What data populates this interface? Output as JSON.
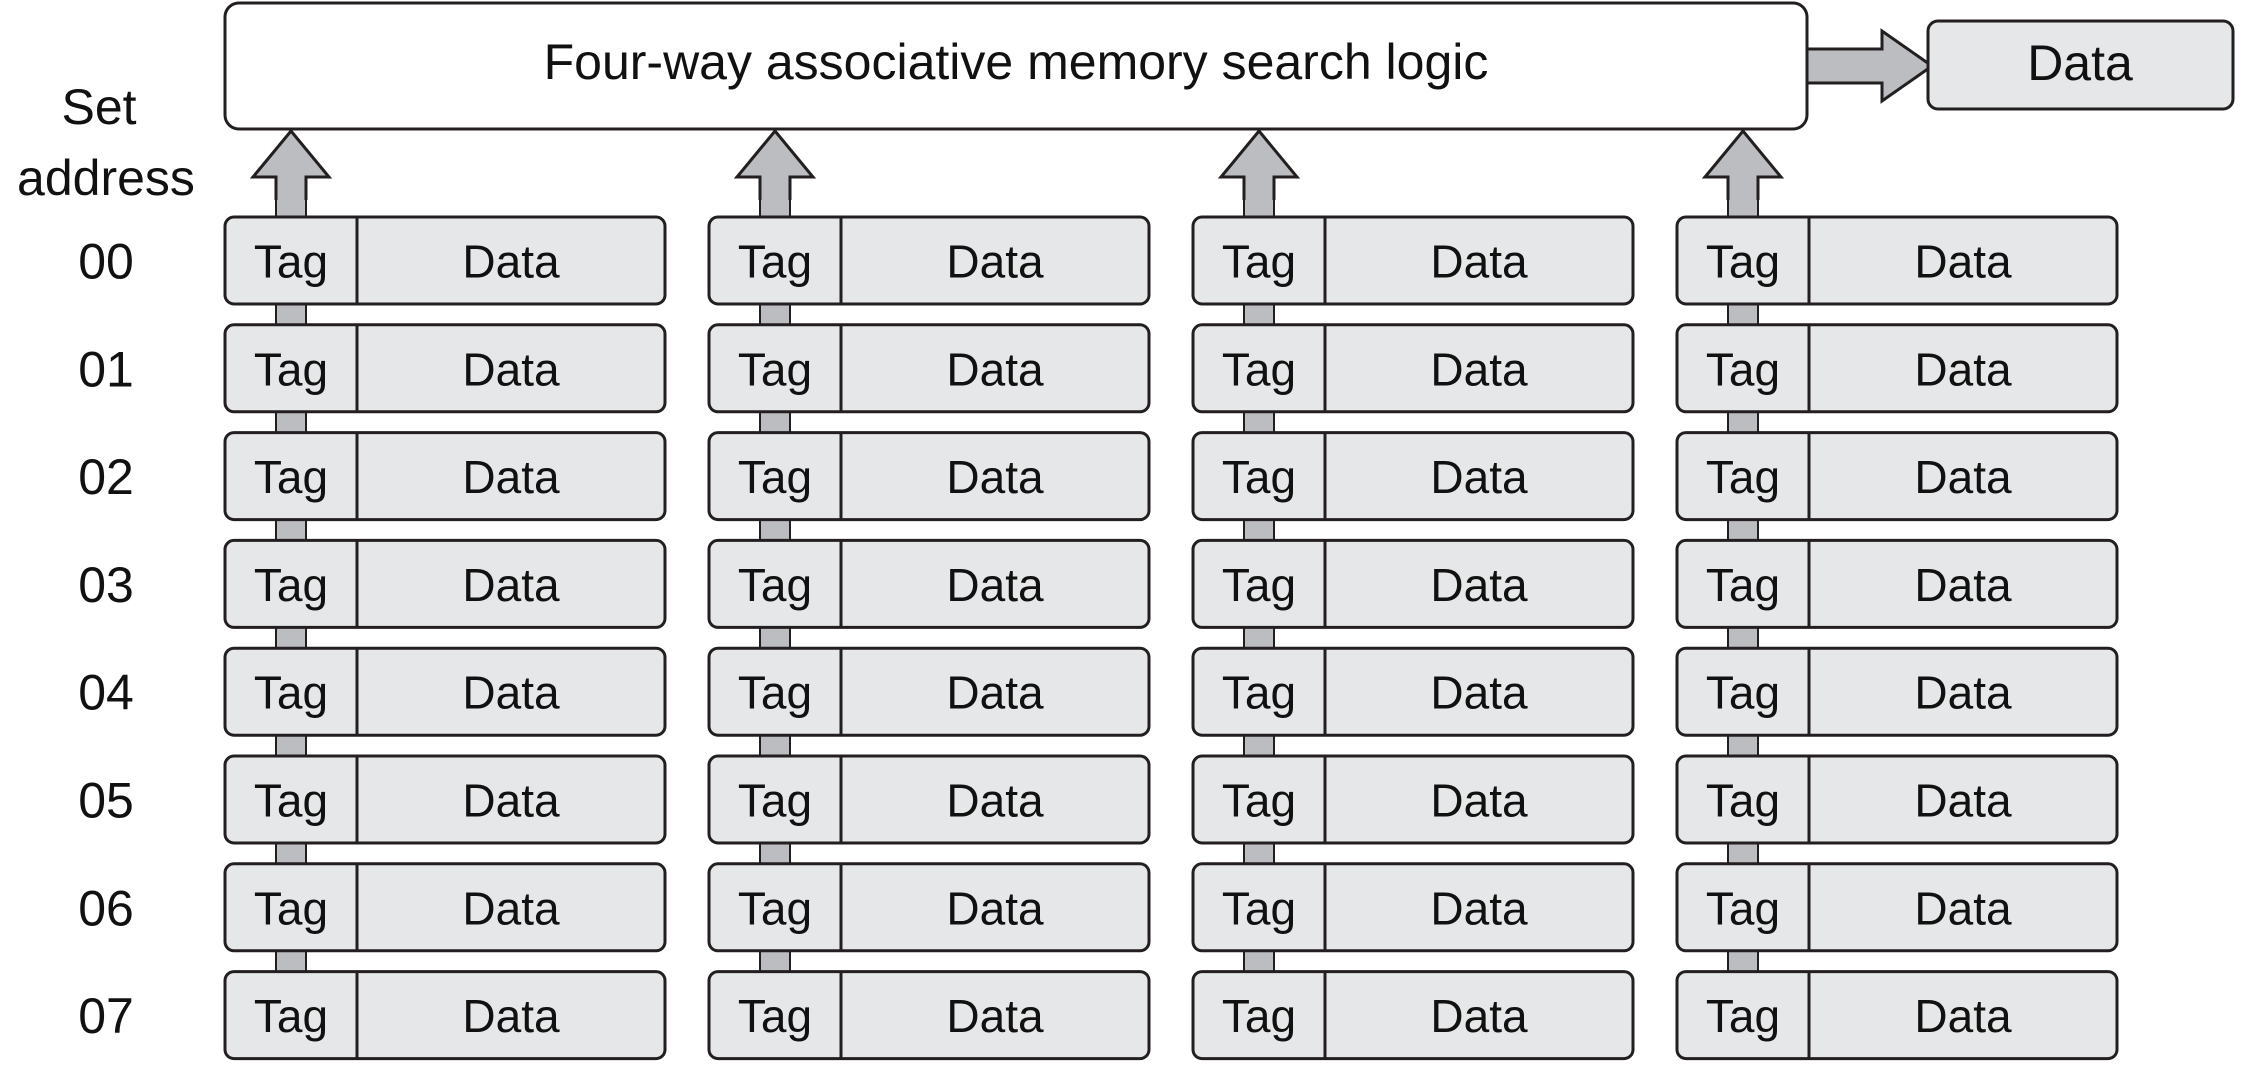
{
  "search_logic": {
    "label": "Four-way associative memory search logic",
    "output_label": "Data"
  },
  "set_address_header": [
    "Set",
    "address"
  ],
  "set_addresses": [
    "00",
    "01",
    "02",
    "03",
    "04",
    "05",
    "06",
    "07"
  ],
  "way_count": 4,
  "cell": {
    "tag_label": "Tag",
    "data_label": "Data"
  },
  "colors": {
    "cell_fill": "#e6e7e8",
    "search_fill": "#ffffff",
    "arrow_fill": "#bcbdc0",
    "stroke": "#231f20"
  }
}
